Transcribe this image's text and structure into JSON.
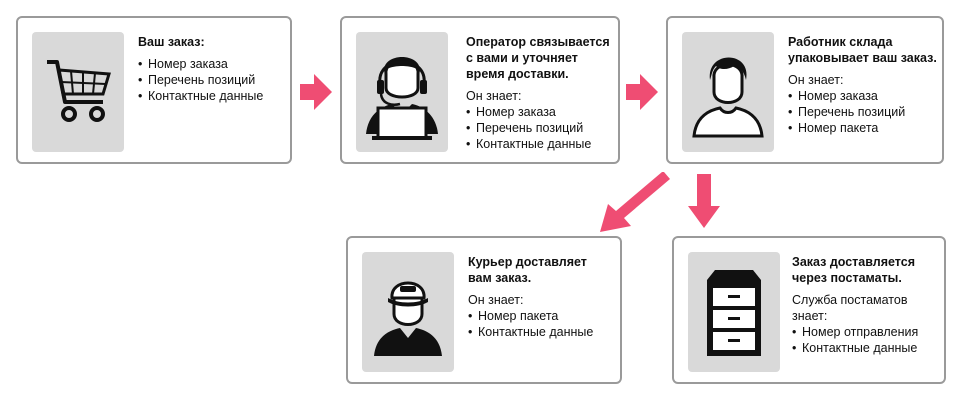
{
  "accent_color": "#ef4d73",
  "steps": [
    {
      "icon": "shopping-cart-icon",
      "title": "Ваш заказ:",
      "subtitle": "",
      "items": [
        "Номер заказа",
        "Перечень позиций",
        "Контактные данные"
      ]
    },
    {
      "icon": "operator-headset-icon",
      "title": "Оператор связывается\nс вами и уточняет\nвремя доставки.",
      "subtitle": "Он знает:",
      "items": [
        "Номер заказа",
        "Перечень позиций",
        "Контактные данные"
      ]
    },
    {
      "icon": "warehouse-worker-icon",
      "title": "Работник склада\nупаковывает ваш заказ.",
      "subtitle": "Он знает:",
      "items": [
        "Номер заказа",
        "Перечень позиций",
        "Номер пакета"
      ]
    },
    {
      "icon": "courier-cap-icon",
      "title": "Курьер доставляет\nвам заказ.",
      "subtitle": "Он знает:",
      "items": [
        "Номер пакета",
        "Контактные данные"
      ]
    },
    {
      "icon": "parcel-locker-icon",
      "title": "Заказ доставляется\nчерез постаматы.",
      "subtitle": "Служба постаматов знает:",
      "items": [
        "Номер отправления",
        "Контактные данные"
      ]
    }
  ]
}
